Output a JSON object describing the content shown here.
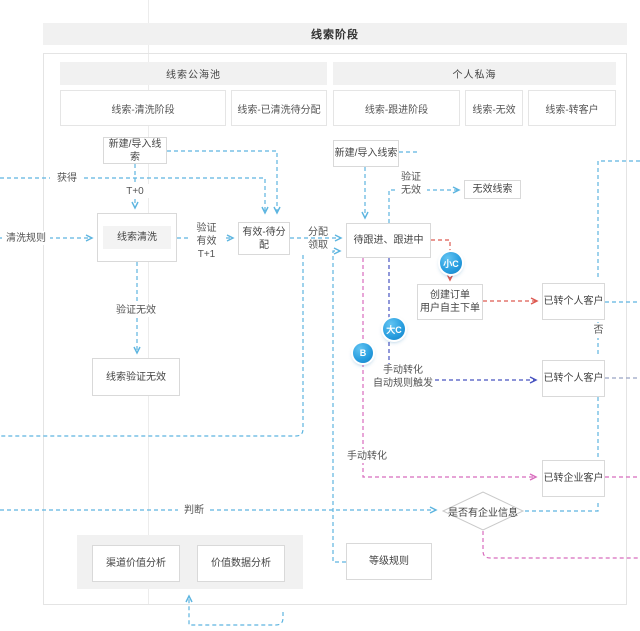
{
  "title": "线索阶段",
  "lanes": {
    "public": {
      "label": "线索公海池",
      "stages": [
        "线索-清洗阶段",
        "线索-已清洗待分配"
      ]
    },
    "private": {
      "label": "个人私海",
      "stages": [
        "线索-跟进阶段",
        "线索-无效",
        "线索-转客户"
      ]
    }
  },
  "nodes": {
    "create_import_left": "新建/导入线索",
    "create_import_right": "新建/导入线索",
    "lead_cleaning": "线索清洗",
    "valid_to_assign": "有效-待分配",
    "invalid_lead": "无效线索",
    "to_follow_following": "待跟进、跟进中",
    "create_order_line1": "创建订单",
    "create_order_line2": "用户自主下单",
    "converted_personal_top": "已转个人客户",
    "converted_personal_mid": "已转个人客户",
    "converted_enterprise": "已转企业客户",
    "lead_verify_invalid": "线索验证无效",
    "has_enterprise_info": "是否有企业信息",
    "level_rules": "等级规则",
    "channel_value_analysis": "渠道价值分析",
    "value_data_analysis": "价值数据分析"
  },
  "edge_labels": {
    "acquire": "获得",
    "t_plus_0": "T+0",
    "cleaning_rules": "清洗规则",
    "verify_valid": [
      "验证",
      "有效",
      "T+1"
    ],
    "assign_claim": [
      "分配",
      "领取"
    ],
    "verify_invalid_short": [
      "验证",
      "无效"
    ],
    "verify_invalid": "验证无效",
    "manual_convert_auto": [
      "手动转化",
      "自动规则触发"
    ],
    "manual_convert": "手动转化",
    "no": "否",
    "judge": "判断"
  },
  "badges": {
    "small_c": "小C",
    "big_c": "大C",
    "b": "B"
  },
  "colors": {
    "flow_cyan": "#5db5e0",
    "flow_red": "#dd5a52",
    "flow_indigo": "#4853c0",
    "flow_pink": "#d86cbd",
    "flow_grayblue": "#99a3c4",
    "badge_blue": "#1b90d8",
    "header_gray": "#f1f1f1"
  }
}
